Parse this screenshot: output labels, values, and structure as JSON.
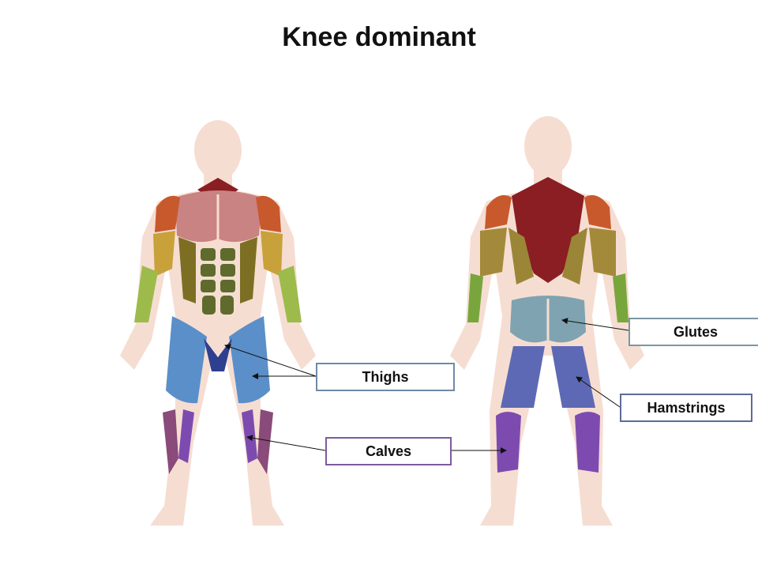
{
  "title": "Knee dominant",
  "labels": {
    "thighs": "Thighs",
    "calves": "Calves",
    "glutes": "Glutes",
    "hamstrings": "Hamstrings"
  },
  "colors": {
    "skin": "#f6ddd2",
    "thighs": "#5b8fc9",
    "inner_thigh": "#2f3f8f",
    "calves": "#7d4bb0",
    "glutes": "#7fa3b0",
    "hamstrings": "#5e69b5",
    "chest": "#c98383",
    "traps": "#8a1e22",
    "delts": "#c8592d",
    "biceps": "#c9a13a",
    "forearms": "#9dbb4a",
    "abs": "#6a6c2a"
  },
  "icons": {
    "front_figure": "front-muscle-figure-icon",
    "back_figure": "back-muscle-figure-icon"
  }
}
